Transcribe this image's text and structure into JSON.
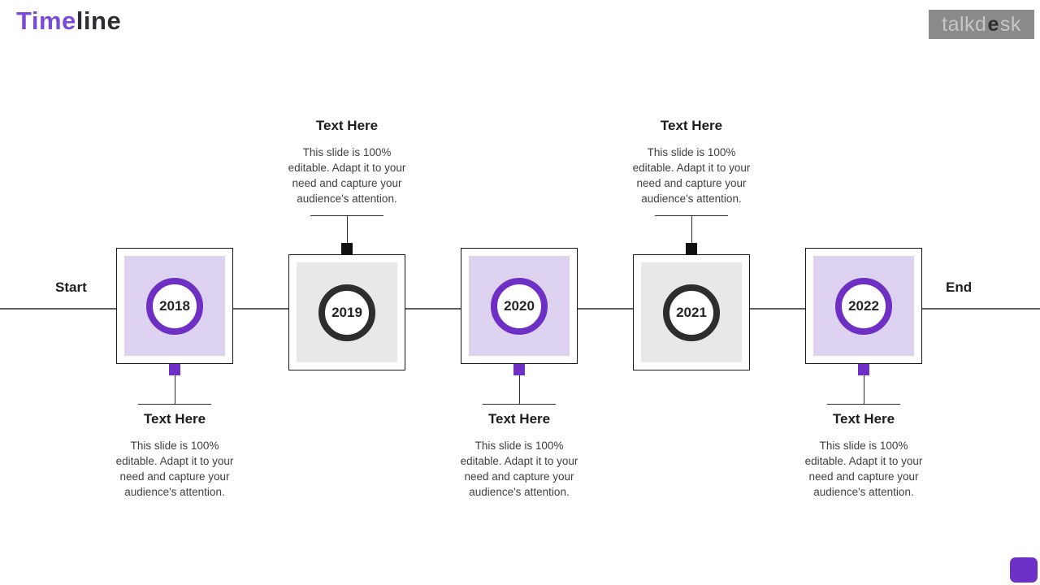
{
  "slide_title": {
    "highlight": "Time",
    "rest": "line"
  },
  "brand_logo": {
    "prefix": "talkd",
    "e": "e",
    "suffix": "sk"
  },
  "timeline": {
    "start_label": "Start",
    "end_label": "End"
  },
  "colors": {
    "accent": "#6D2FC4",
    "accent-light": "#DDD3F0",
    "title-purple": "#7A4BD8",
    "dark": "#2D2D2D",
    "gray-fill": "#E8E8E8",
    "line": "#5E5E5E",
    "heading-text": "#1C1C1C",
    "body-text": "#3F3F3F",
    "logo-bg": "#8A8A8A",
    "logo-text": "#C6C6C6",
    "logo-e": "#2E2E2E"
  },
  "milestones": [
    {
      "year": "2018",
      "style": "purple",
      "callout_position": "below",
      "heading": "Text Here",
      "body": [
        "This slide is 100%",
        "editable. Adapt it to your",
        "need and capture your",
        "audience's attention."
      ]
    },
    {
      "year": "2019",
      "style": "dark",
      "callout_position": "above",
      "heading": "Text Here",
      "body": [
        "This slide is 100%",
        "editable. Adapt it to your",
        "need and capture your",
        "audience's attention."
      ]
    },
    {
      "year": "2020",
      "style": "purple",
      "callout_position": "below",
      "heading": "Text Here",
      "body": [
        "This slide is 100%",
        "editable. Adapt it to your",
        "need and capture your",
        "audience's attention."
      ]
    },
    {
      "year": "2021",
      "style": "dark",
      "callout_position": "above",
      "heading": "Text Here",
      "body": [
        "This slide is 100%",
        "editable. Adapt it to your",
        "need and capture your",
        "audience's attention."
      ]
    },
    {
      "year": "2022",
      "style": "purple",
      "callout_position": "below",
      "heading": "Text Here",
      "body": [
        "This slide is 100%",
        "editable. Adapt it to your",
        "need and capture your",
        "audience's attention."
      ]
    }
  ]
}
